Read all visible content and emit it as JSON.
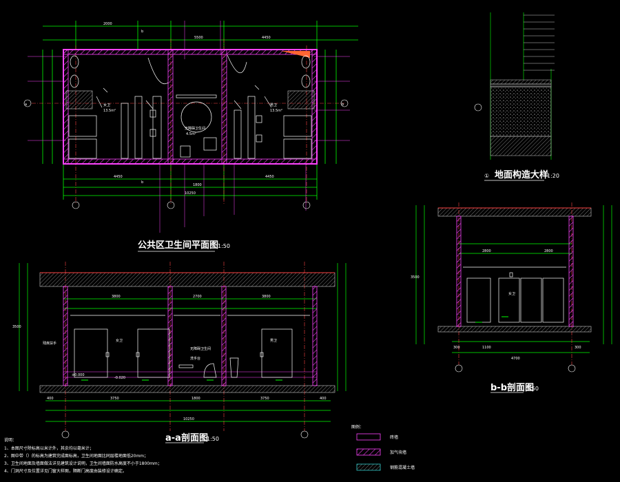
{
  "drawing": {
    "plan_title": "公共区卫生间平面图",
    "plan_scale": "1:50",
    "detail_title": "地面构造大样",
    "detail_number": "①",
    "detail_scale": "1:20",
    "section_aa_title": "a-a剖面图",
    "section_aa_scale": "1:50",
    "section_bb_title": "b-b剖面图",
    "section_bb_scale": "1:50"
  },
  "plan": {
    "rooms": [
      {
        "label": "女卫",
        "area": "13.5m²"
      },
      {
        "label": "无障碍卫生间",
        "area": "4.5m²"
      },
      {
        "label": "男卫",
        "area": "13.5m²"
      }
    ],
    "dims_top": [
      "2000",
      "b",
      "5500",
      "4450"
    ],
    "dims_bottom": [
      "4450",
      "b",
      "1800",
      "4450"
    ],
    "dims_total": "10250",
    "axis_marks": [
      "a",
      "b"
    ]
  },
  "section_aa": {
    "rooms": [
      "女卫",
      "无障碍卫生间",
      "男卫"
    ],
    "labels": [
      "残疾扶手",
      "洗手台"
    ],
    "dims_top": [
      "3800",
      "2700",
      "3800"
    ],
    "dims_bottom": [
      "400",
      "3750",
      "1800",
      "3750",
      "400"
    ],
    "dims_total": "10250",
    "height": "3500",
    "levels": [
      "±0.000",
      "-0.020"
    ]
  },
  "section_bb": {
    "room": "女卫",
    "dims_top": [
      "2800",
      "2800"
    ],
    "dims_bottom": [
      "300",
      "1100",
      "4700",
      "300"
    ],
    "height": "3500"
  },
  "notes": {
    "heading": "说明：",
    "items": [
      "1、本图尺寸除标高以米计外，其余均以毫米计；",
      "2、图中带（）的标高为建筑完成面标高，卫生间地面比同层楼地面低20mm；",
      "3、卫生间地面及墙面做法详见建筑设计说明，卫生间墙面防水高度不小于1800mm；",
      "4、门洞尺寸及位置详见门窗大样图，隔断门高度由装修设计确定。"
    ]
  },
  "legend": {
    "heading": "图例：",
    "items": [
      {
        "label": "砖墙",
        "color": "#ff44ff"
      },
      {
        "label": "加气块墙",
        "color": "#ff44ff"
      },
      {
        "label": "钢筋混凝土墙",
        "color": "#33cccc"
      }
    ]
  },
  "colors": {
    "wall": "#ff44ff",
    "line": "#00ff00",
    "axis": "#ff4444",
    "text": "#ffffff",
    "hatch": "#bbbbbb",
    "fixture": "#ffffff",
    "dim": "#66ff66"
  }
}
